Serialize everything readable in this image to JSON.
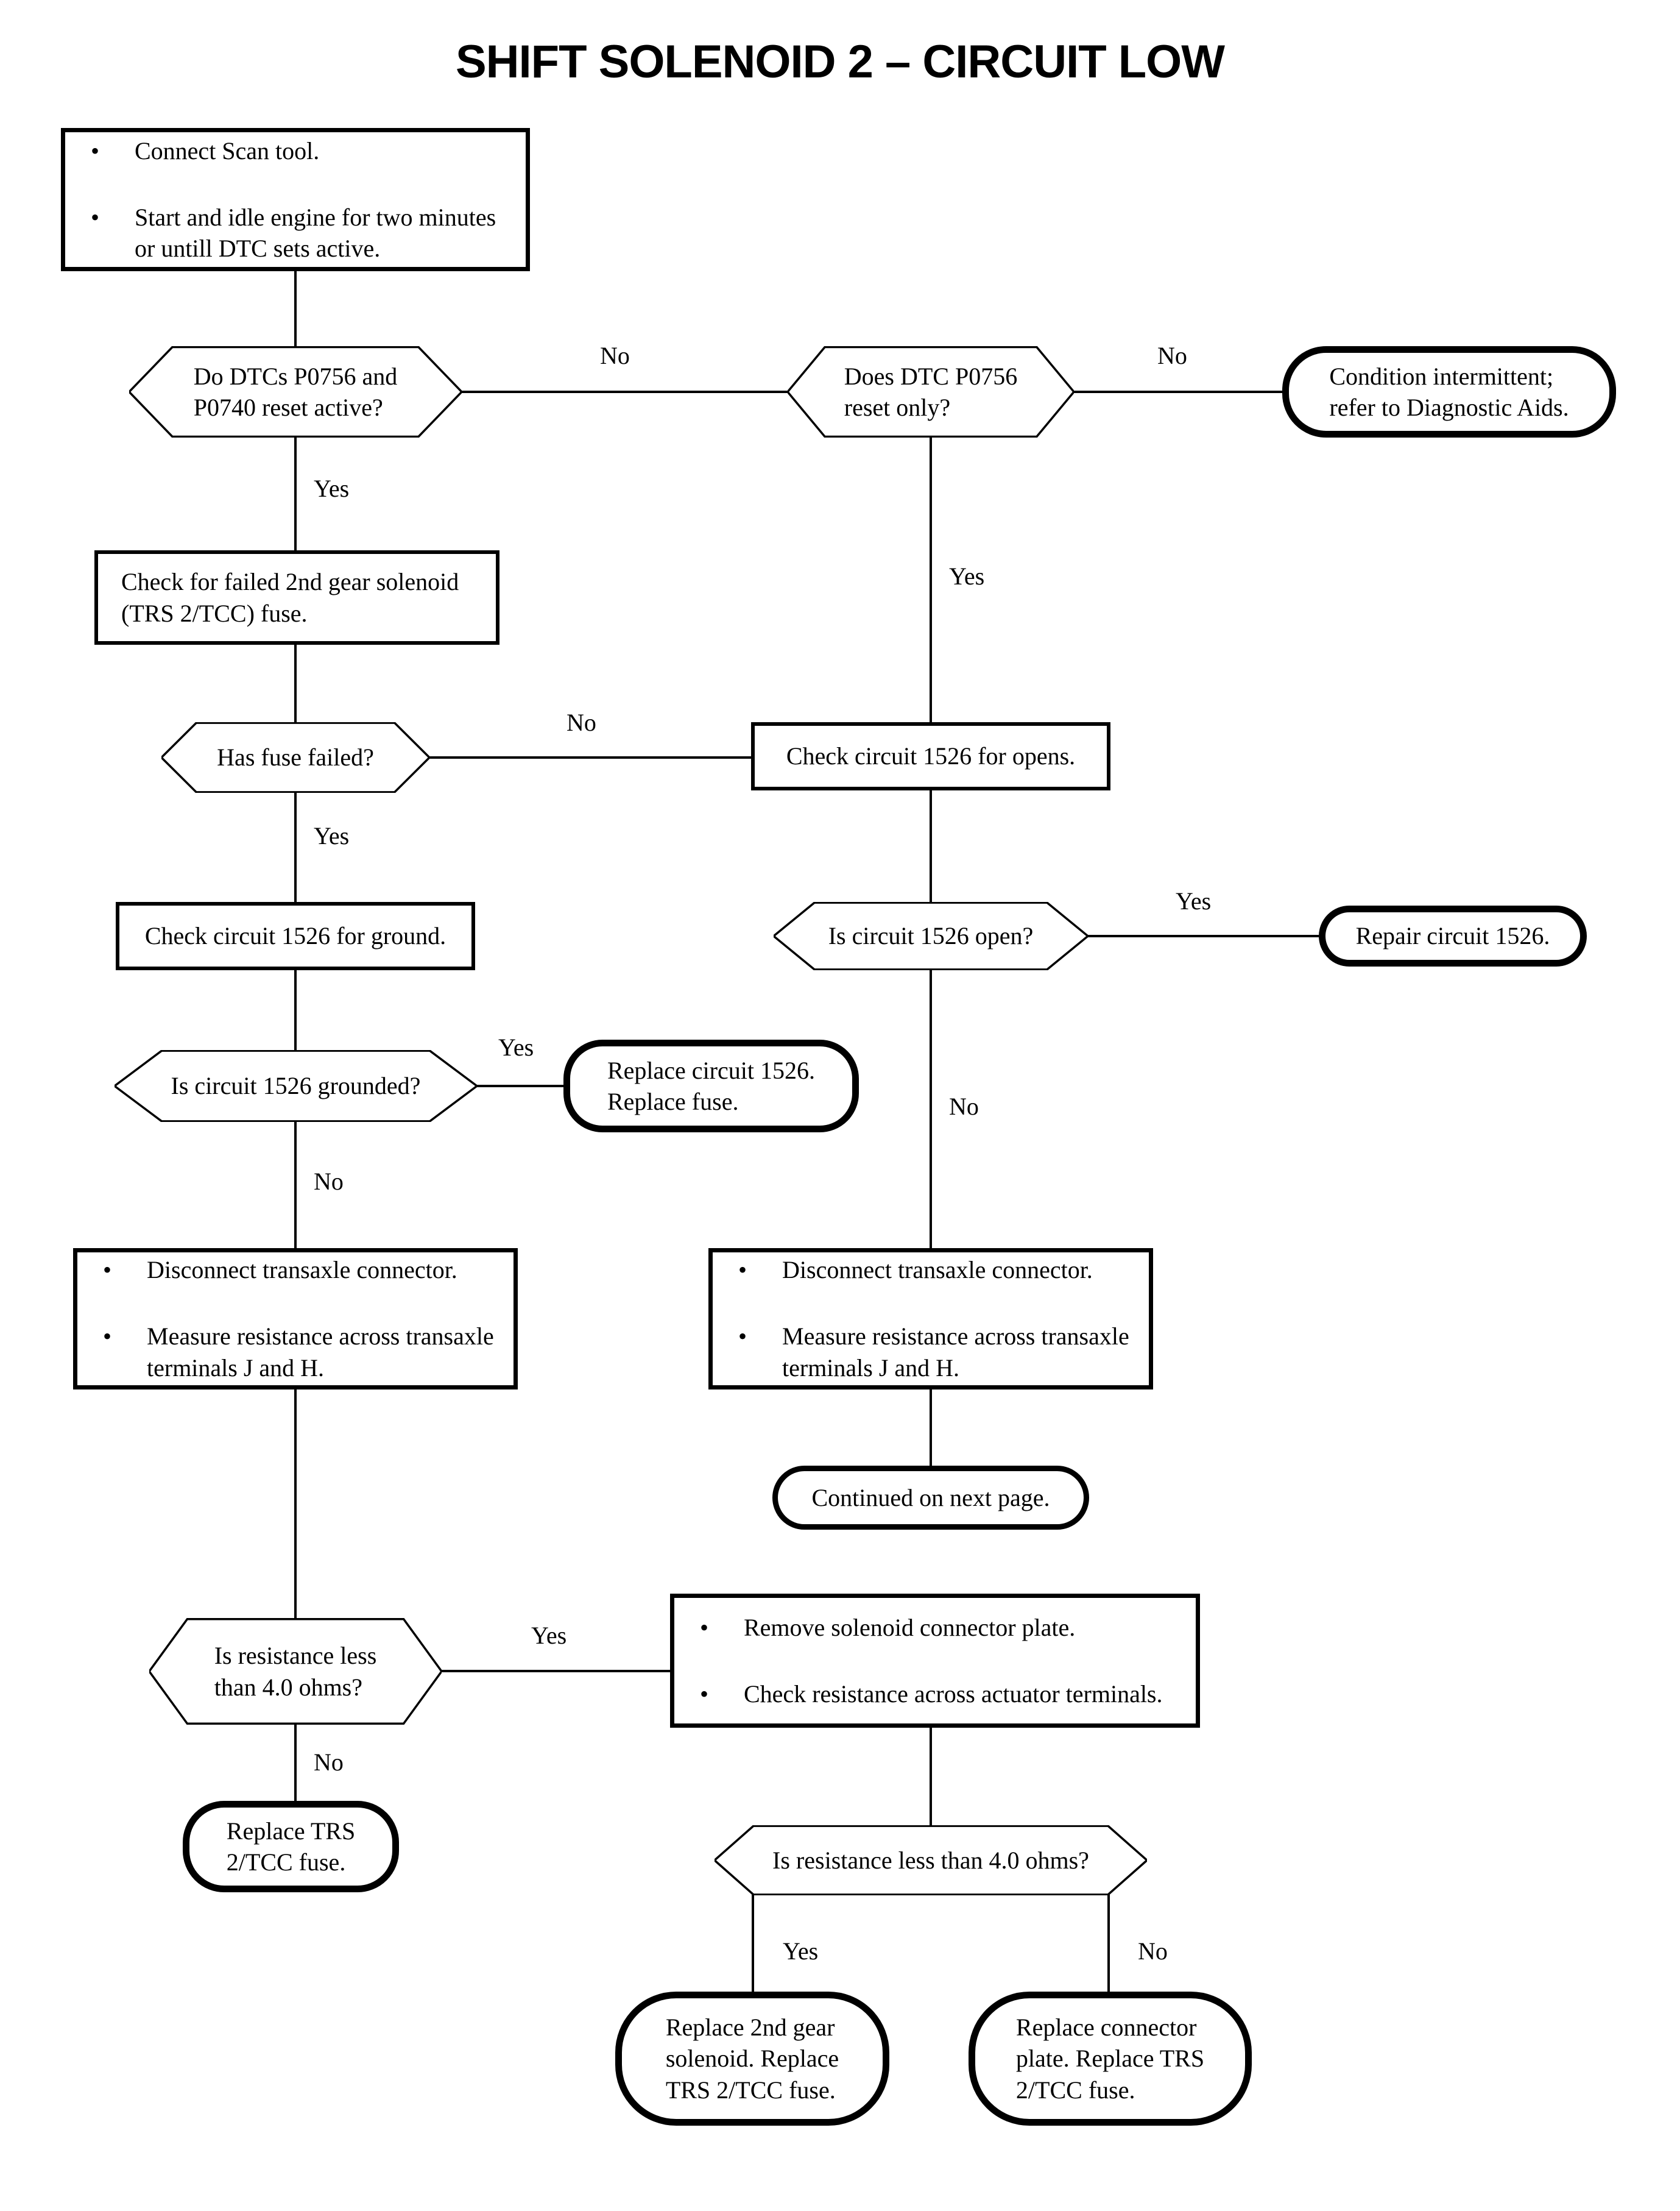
{
  "title": "SHIFT SOLENOID 2 – CIRCUIT LOW",
  "bullet_char": "•",
  "edge_labels": {
    "yes": "Yes",
    "no": "No"
  },
  "nodes": {
    "start": {
      "bullets": [
        "Connect Scan tool.",
        "Start and idle engine for two minutes\nor untill DTC sets active."
      ]
    },
    "dtcs_reset_active": {
      "text": "Do DTCs P0756 and\nP0740 reset active?"
    },
    "p0756_reset_only": {
      "text": "Does DTC P0756\nreset only?"
    },
    "condition_intermittent": {
      "text": "Condition intermittent;\nrefer to Diagnostic Aids."
    },
    "check_fuse": {
      "text": "Check for failed 2nd gear solenoid\n(TRS 2/TCC) fuse."
    },
    "has_fuse_failed": {
      "text": "Has fuse failed?"
    },
    "check_opens": {
      "text": "Check circuit 1526 for opens."
    },
    "check_ground": {
      "text": "Check circuit 1526 for ground."
    },
    "is_1526_open": {
      "text": "Is circuit 1526 open?"
    },
    "repair_1526": {
      "text": "Repair circuit 1526."
    },
    "is_1526_grounded": {
      "text": "Is circuit 1526 grounded?"
    },
    "replace_1526": {
      "text": "Replace circuit 1526.\nReplace fuse."
    },
    "disconnect_left": {
      "bullets": [
        "Disconnect transaxle connector.",
        "Measure resistance across transaxle\nterminals J and H."
      ]
    },
    "disconnect_right": {
      "bullets": [
        "Disconnect transaxle connector.",
        "Measure resistance across transaxle\nterminals J and H."
      ]
    },
    "continued": {
      "text": "Continued on next page."
    },
    "resistance_less_left": {
      "text": "Is resistance less\nthan 4.0 ohms?"
    },
    "remove_plate": {
      "bullets": [
        "Remove solenoid connector plate.",
        "Check resistance across actuator terminals."
      ]
    },
    "replace_trs_fuse": {
      "text": "Replace TRS\n2/TCC fuse."
    },
    "resistance_less_bottom": {
      "text": "Is resistance less than 4.0 ohms?"
    },
    "replace_solenoid": {
      "text": "Replace 2nd gear\nsolenoid. Replace\nTRS 2/TCC fuse."
    },
    "replace_plate": {
      "text": "Replace connector\nplate. Replace TRS\n2/TCC fuse."
    }
  }
}
